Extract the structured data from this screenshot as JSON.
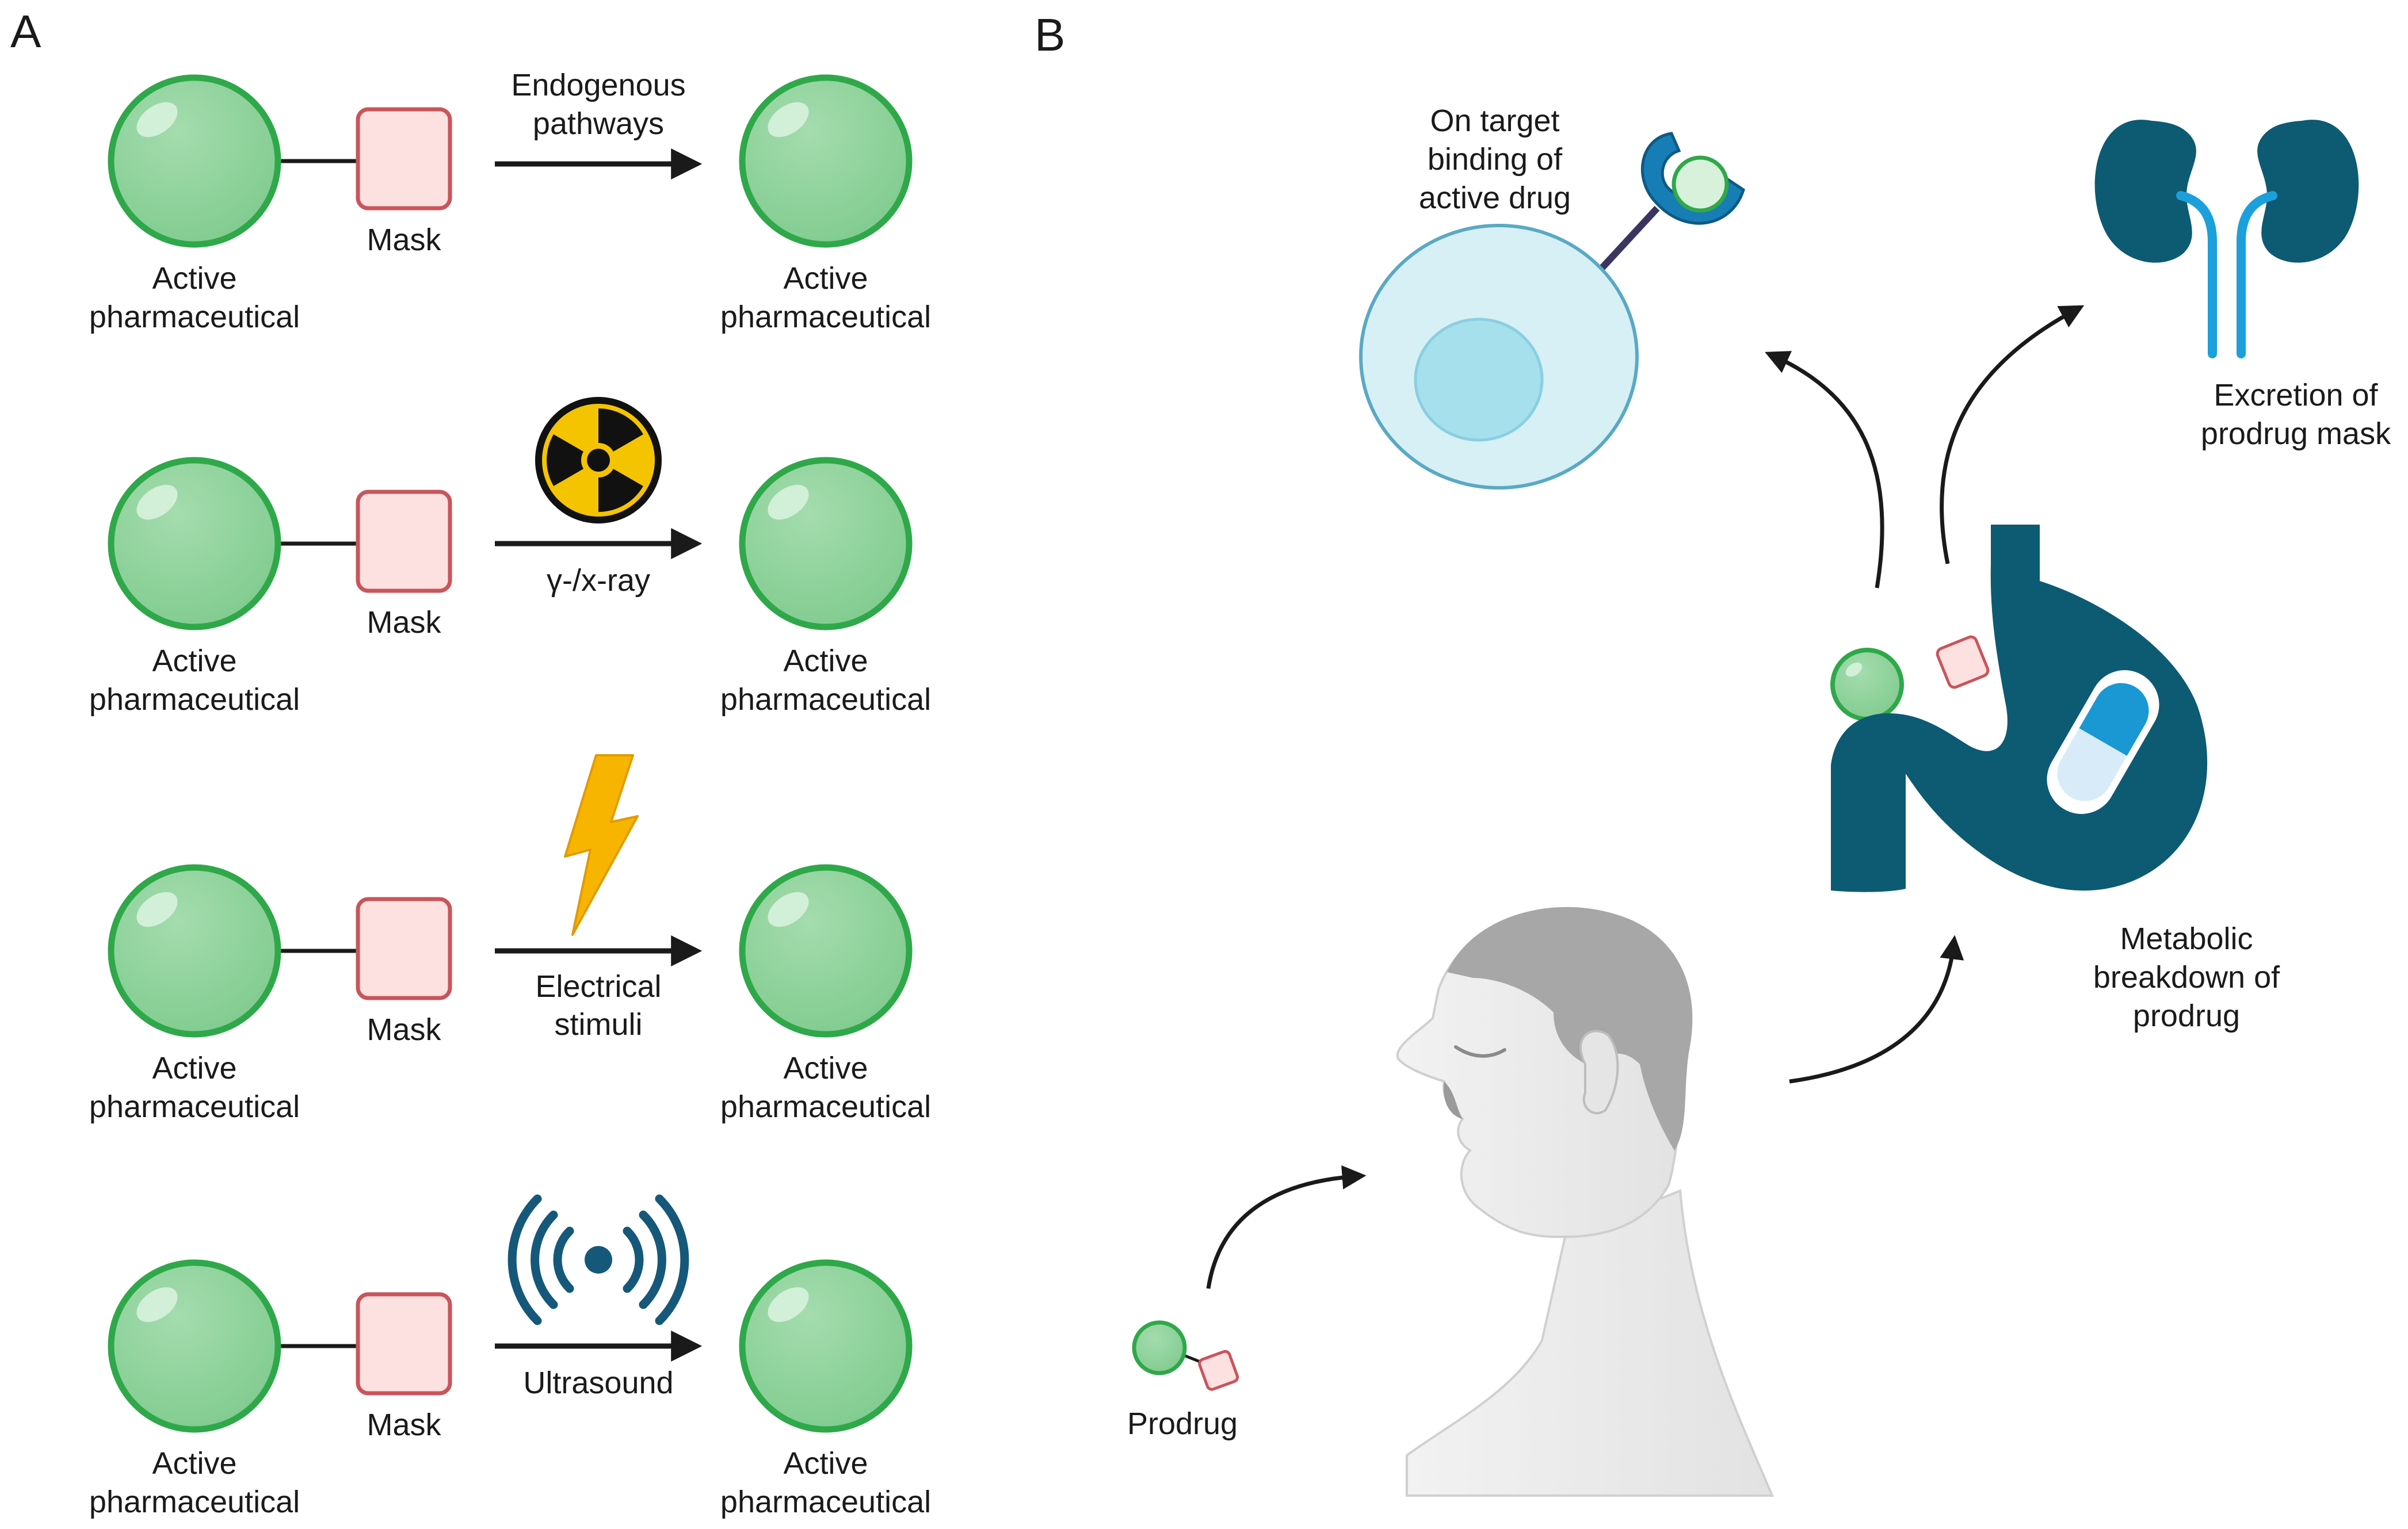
{
  "panel_a": {
    "letter": "A",
    "rows": [
      {
        "drug_label_line1": "Active",
        "drug_label_line2": "pharmaceutical",
        "mask_label": "Mask",
        "stimulus_line1": "Endogenous",
        "stimulus_line2": "pathways",
        "stimulus_icon": "none",
        "product_label_line1": "Active",
        "product_label_line2": "pharmaceutical"
      },
      {
        "drug_label_line1": "Active",
        "drug_label_line2": "pharmaceutical",
        "mask_label": "Mask",
        "stimulus_line1": "γ-/x-ray",
        "stimulus_icon": "radiation-icon",
        "product_label_line1": "Active",
        "product_label_line2": "pharmaceutical"
      },
      {
        "drug_label_line1": "Active",
        "drug_label_line2": "pharmaceutical",
        "mask_label": "Mask",
        "stimulus_line1": "Electrical",
        "stimulus_line2": "stimuli",
        "stimulus_icon": "lightning-icon",
        "product_label_line1": "Active",
        "product_label_line2": "pharmaceutical"
      },
      {
        "drug_label_line1": "Active",
        "drug_label_line2": "pharmaceutical",
        "mask_label": "Mask",
        "stimulus_line1": "Ultrasound",
        "stimulus_icon": "ultrasound-waves-icon",
        "product_label_line1": "Active",
        "product_label_line2": "pharmaceutical"
      }
    ]
  },
  "panel_b": {
    "letter": "B",
    "prodrug_label": "Prodrug",
    "target_label_lines": [
      "On target",
      "binding of",
      "active drug"
    ],
    "excretion_label_lines": [
      "Excretion of",
      "prodrug mask"
    ],
    "metabolic_label_lines": [
      "Metabolic",
      "breakdown of",
      "prodrug"
    ],
    "icons": [
      "cell-icon",
      "receptor-icon",
      "kidney-icon",
      "stomach-icon",
      "capsule-icon",
      "human-head-icon"
    ]
  },
  "colors": {
    "drug_fill": "#8ed39a",
    "drug_stroke": "#2fa84a",
    "mask_fill": "#fde0e0",
    "mask_stroke": "#c9555b",
    "arrow": "#1a1a1a",
    "organ": "#0d5a73",
    "kidney_tube": "#1ba0dc",
    "cell_fill": "#d6f0f6",
    "cell_stroke": "#5aa9c4",
    "radiation_yellow": "#f5c400",
    "lightning": "#f7b500",
    "ultrasound": "#15587a",
    "skin": "#ececec",
    "hair": "#a7a7a7"
  }
}
